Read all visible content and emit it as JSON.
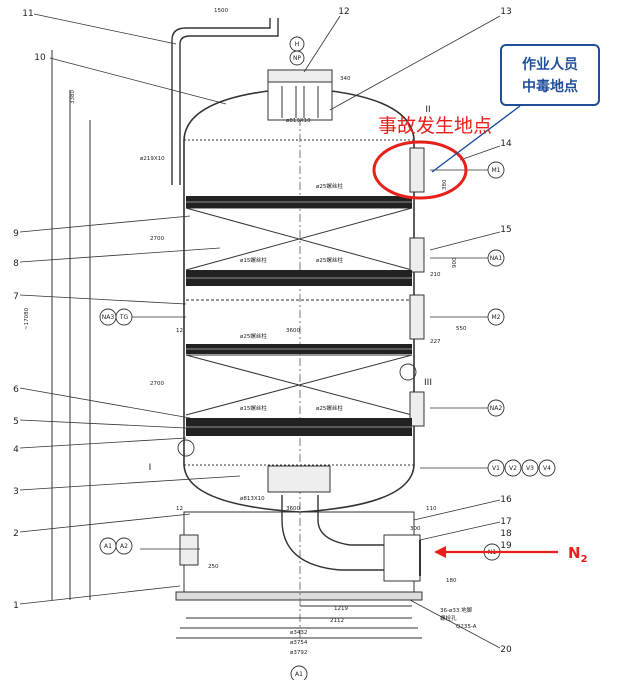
{
  "callout": {
    "line1": "作业人员",
    "line2": "中毒地点"
  },
  "accident_label": "事故发生地点",
  "gas_label": {
    "main": "N",
    "sub": "2"
  },
  "leaders": [
    "1",
    "2",
    "3",
    "4",
    "5",
    "6",
    "7",
    "8",
    "9",
    "10",
    "11",
    "12",
    "13",
    "14",
    "15",
    "16",
    "17",
    "18",
    "19",
    "20"
  ],
  "nozzle_tags": {
    "H": "H",
    "NP": "NP",
    "M1": "M1",
    "M2": "M2",
    "NA1": "NA1",
    "NA2": "NA2",
    "NA3": "NA3",
    "TG": "TG",
    "V1": "V1",
    "V2": "V2",
    "V3": "V3",
    "V4": "V4",
    "A1": "A1",
    "A2": "A2",
    "A1_bottom": "A1",
    "N1": "N1"
  },
  "section_marks": {
    "II": "II",
    "III": "III",
    "I": "I"
  },
  "dimensions": {
    "d1500": "1500",
    "d340": "340",
    "d3600": "3600",
    "d3600b": "3600",
    "d3432": "ø3432",
    "d3754": "ø3754",
    "d3792": "ø3792",
    "d1219": "1219",
    "d2112": "2112",
    "d2700": "2700",
    "d2700b": "2700",
    "d17080": "~17080",
    "d3380": "3380",
    "d110": "110",
    "d300": "300",
    "d250": "250",
    "d550": "550",
    "d900": "900",
    "d180": "180",
    "d380": "380",
    "d210": "210",
    "d227": "227",
    "d12": "12",
    "d12b": "12",
    "d813": "ø813X10",
    "d813b": "ø813X10",
    "d219": "ø219X10",
    "d_grid1": "ø25螺丝柱",
    "d_grid2": "ø15螺丝柱",
    "d_grid3": "ø25螺丝柱",
    "d_grid4": "ø25螺丝柱",
    "d_grid5": "ø15螺丝柱",
    "d_grid6": "ø25螺丝柱",
    "d_material": "Q235-A",
    "d_note1": "36-ø33 地脚",
    "d_note2": "螺栓孔"
  },
  "colors": {
    "red": "#e8201c",
    "blue": "#1f4e9c",
    "line": "#333333"
  }
}
